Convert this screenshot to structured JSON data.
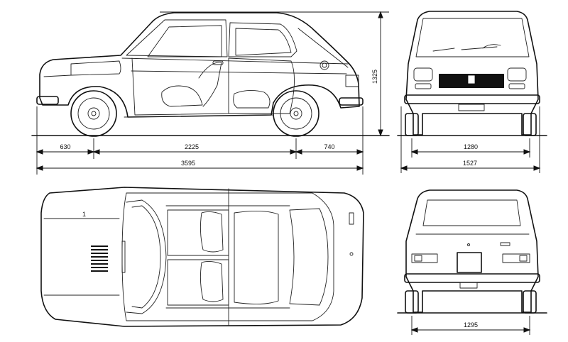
{
  "dimensions": {
    "front_overhang": "630",
    "wheelbase": "2225",
    "rear_overhang": "740",
    "overall_length": "3595",
    "height": "1325",
    "front_track": "1280",
    "overall_width": "1527",
    "rear_track": "1295"
  },
  "top_view_label": "1"
}
